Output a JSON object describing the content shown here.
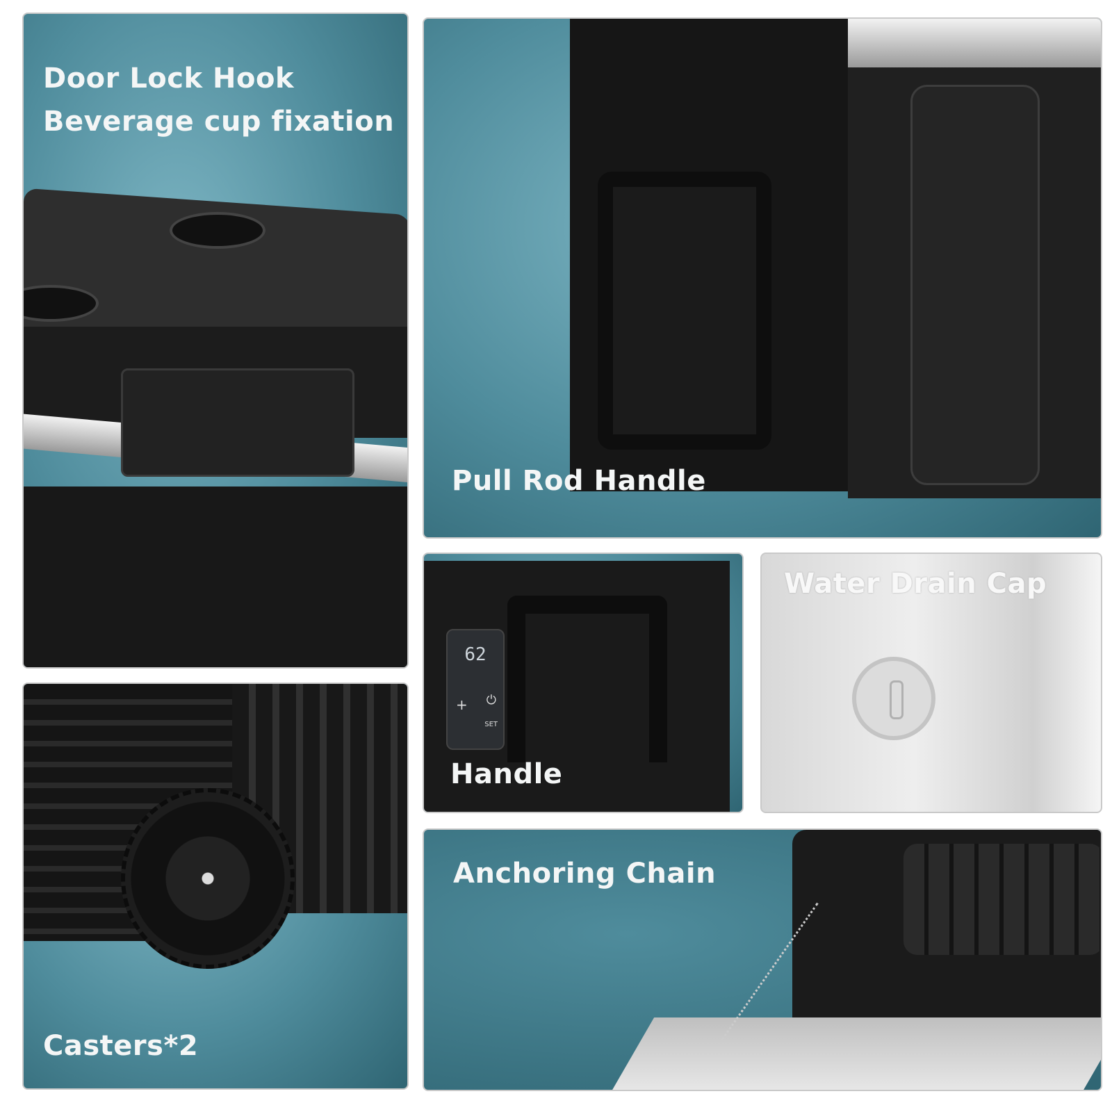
{
  "panels": {
    "door_lock": {
      "line1": "Door Lock Hook",
      "line2": "Beverage cup fixation"
    },
    "pull_rod": {
      "label": "Pull Rod Handle"
    },
    "handle": {
      "label": "Handle",
      "display_value": "62",
      "set_label": "SET"
    },
    "drain": {
      "label": "Water Drain Cap"
    },
    "casters": {
      "label": "Casters*2"
    },
    "chain": {
      "label": "Anchoring Chain"
    }
  },
  "colors": {
    "teal": "#4f8c9c",
    "body": "#1c1c1c",
    "drain_bg": "#e6e6e6"
  }
}
